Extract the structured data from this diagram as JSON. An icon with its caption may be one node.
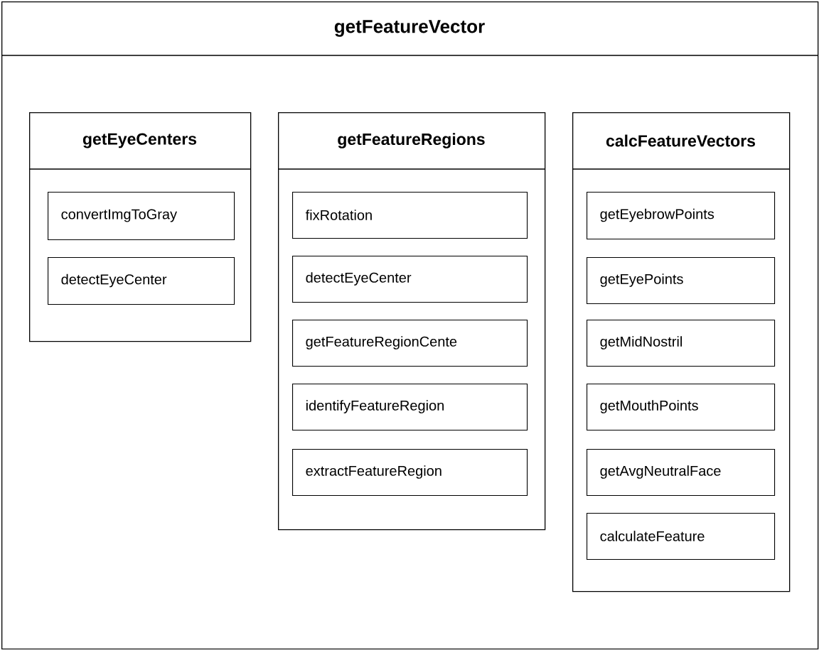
{
  "diagram": {
    "nodes": [
      {
        "text": [
          "getFeatureVector"
        ]
      },
      {
        "text": [
          "getEyeCenters"
        ],
        "in": 0
      },
      {
        "text": [
          "convertImgToGray"
        ],
        "in": 1
      },
      {
        "text": [
          "detectEyeCenter"
        ],
        "in": 1
      },
      {
        "text": [
          "getFeatureRegions"
        ],
        "in": 0
      },
      {
        "text": [
          "fixRotation"
        ],
        "in": 4
      },
      {
        "text": [
          "detectEyeCenter"
        ],
        "in": 4
      },
      {
        "text": [
          "getFeatureRegionCente"
        ],
        "in": 4
      },
      {
        "text": [
          "identifyFeatureRegion"
        ],
        "in": 4
      },
      {
        "text": [
          "extractFeatureRegion"
        ],
        "in": 4
      },
      {
        "text": [
          "calcFeatureVectors"
        ],
        "in": 0
      },
      {
        "text": [
          "getEyebrowPoints"
        ],
        "in": 10
      },
      {
        "text": [
          "getEyePoints"
        ],
        "in": 10
      },
      {
        "text": [
          "getMidNostril"
        ],
        "in": 10
      },
      {
        "text": [
          "getMouthPoints"
        ],
        "in": 10
      },
      {
        "text": [
          "getAvgNeutralFace"
        ],
        "in": 10
      },
      {
        "text": [
          "calculateFeature"
        ],
        "in": 10
      }
    ]
  }
}
